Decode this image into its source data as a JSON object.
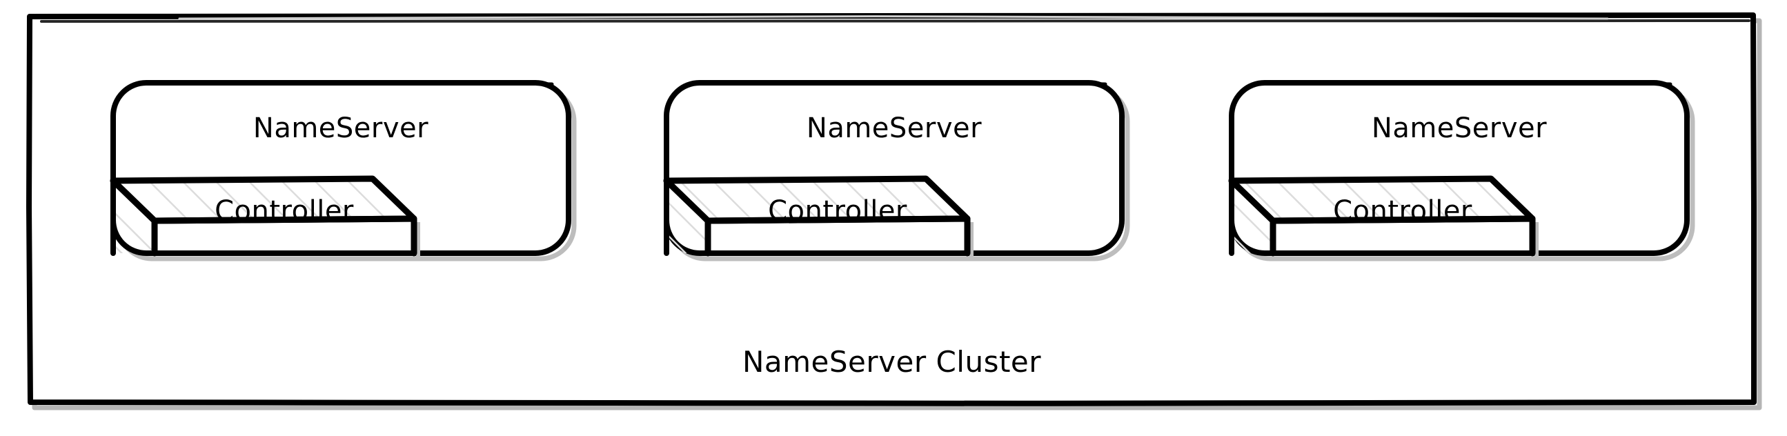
{
  "diagram": {
    "title": "NameServer Cluster",
    "style": "hand-drawn sketch",
    "container": {
      "label": "NameServer Cluster",
      "shape": "rectangle",
      "stroke_color": "#000000",
      "shadow_color": "#b0b0b0",
      "fill_color": "#ffffff"
    },
    "nodes": [
      {
        "id": "nameserver-1",
        "label": "NameServer",
        "shape": "rounded-rectangle",
        "child": {
          "id": "controller-1",
          "label": "Controller",
          "shape": "cube-3d"
        }
      },
      {
        "id": "nameserver-2",
        "label": "NameServer",
        "shape": "rounded-rectangle",
        "child": {
          "id": "controller-2",
          "label": "Controller",
          "shape": "cube-3d"
        }
      },
      {
        "id": "nameserver-3",
        "label": "NameServer",
        "shape": "rounded-rectangle",
        "child": {
          "id": "controller-3",
          "label": "Controller",
          "shape": "cube-3d"
        }
      }
    ],
    "colors": {
      "stroke": "#000000",
      "fill": "#ffffff",
      "shadow": "#b5b5b5",
      "hatch": "#d8d8d8"
    }
  }
}
